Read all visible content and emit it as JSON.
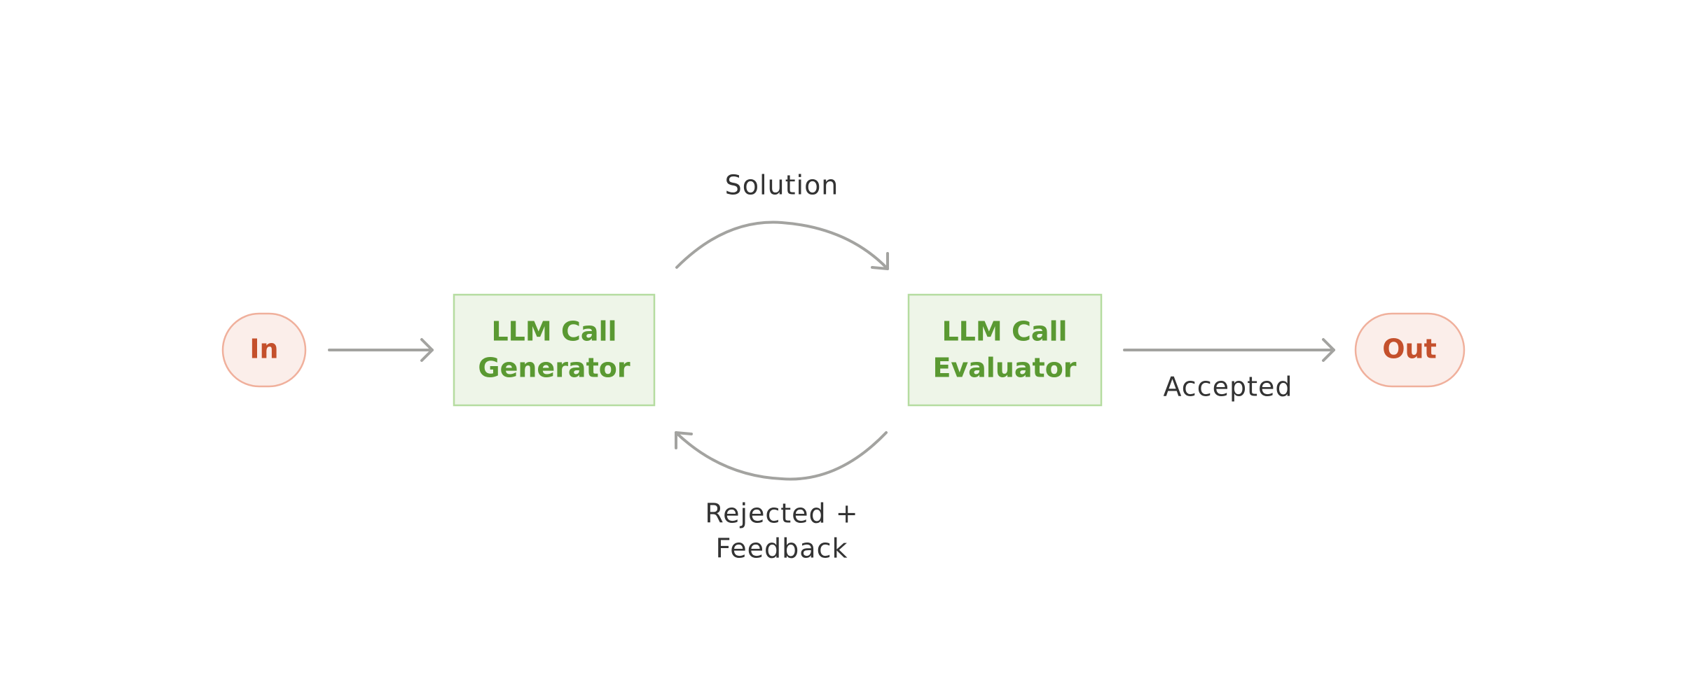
{
  "nodes": {
    "input": {
      "label": "In"
    },
    "generator": {
      "line1": "LLM Call",
      "line2": "Generator"
    },
    "evaluator": {
      "line1": "LLM Call",
      "line2": "Evaluator"
    },
    "output": {
      "label": "Out"
    }
  },
  "edges": {
    "solution": {
      "label": "Solution"
    },
    "feedback": {
      "line1": "Rejected +",
      "line2": "Feedback"
    },
    "accepted": {
      "label": "Accepted"
    }
  },
  "colors": {
    "terminal_fill": "#fbeeea",
    "terminal_stroke": "#f0b09c",
    "terminal_text": "#c4502c",
    "llm_fill": "#eef5e8",
    "llm_stroke": "#b5dca0",
    "llm_text": "#5a9932",
    "arrow": "#a3a3a0",
    "label_text": "#333333"
  }
}
